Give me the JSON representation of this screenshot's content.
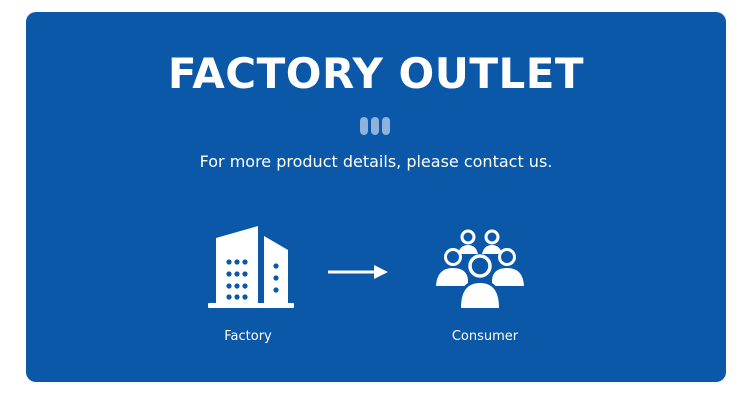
{
  "banner": {
    "title": "FACTORY OUTLET",
    "subtitle": "For more product details, please contact us.",
    "background_color": "#0b57a8",
    "text_color": "#ffffff"
  },
  "flow": {
    "from": {
      "label": "Factory",
      "icon": "factory-building-icon"
    },
    "connector_icon": "arrow-right-icon",
    "to": {
      "label": "Consumer",
      "icon": "people-group-icon"
    }
  }
}
